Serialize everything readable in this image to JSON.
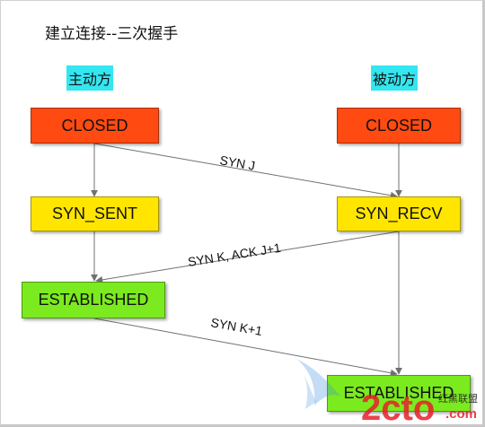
{
  "title": "建立连接--三次握手",
  "roles": {
    "active": "主动方",
    "passive": "被动方"
  },
  "states": {
    "left_closed": "CLOSED",
    "right_closed": "CLOSED",
    "syn_sent": "SYN_SENT",
    "syn_recv": "SYN_RECV",
    "left_established": "ESTABLISHED",
    "right_established": "ESTABLISHED"
  },
  "messages": {
    "m1": "SYN J",
    "m2": "SYN K, ACK J+1",
    "m3": "SYN K+1"
  },
  "watermark": {
    "brand": "2cto",
    "suffix": ".com",
    "cn": "红黑联盟"
  },
  "colors": {
    "closed": "#ff4a12",
    "syn": "#ffe500",
    "established": "#7bea1f",
    "role_highlight": "#33e6f0",
    "arrow": "#707070",
    "watermark_red": "#e8202a",
    "watermark_blue": "#1a6fc8"
  }
}
